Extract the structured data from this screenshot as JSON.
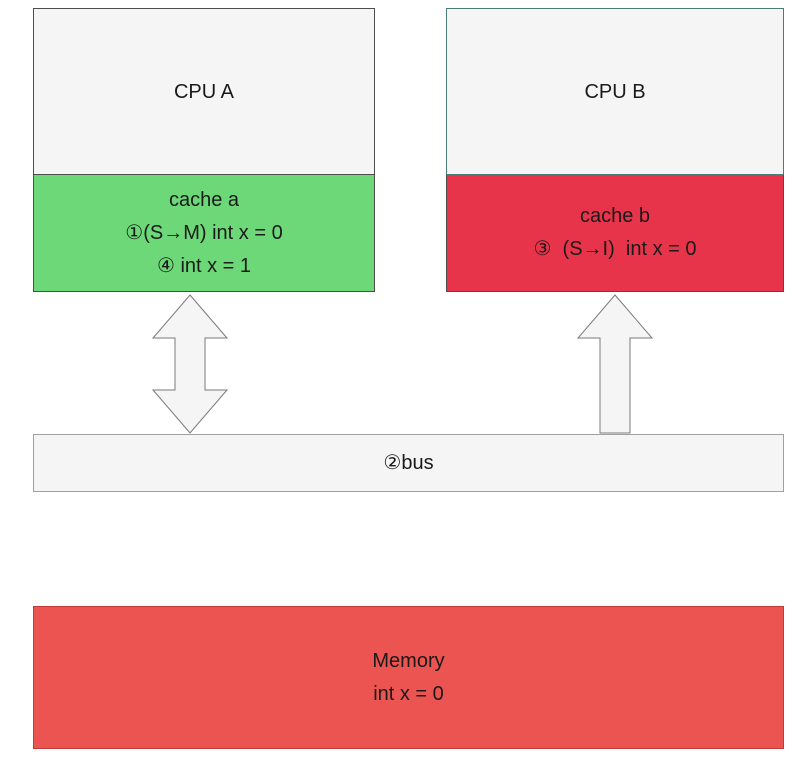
{
  "cpu_a": {
    "title": "CPU A",
    "cache_label": "cache a",
    "cache_line_1": "①(S→M) int x = 0",
    "cache_line_2": "④ int x = 1"
  },
  "cpu_b": {
    "title": "CPU B",
    "cache_label": "cache b",
    "cache_line_1": "③  (S→I)  int x = 0"
  },
  "bus": {
    "label": "②bus"
  },
  "memory": {
    "label": "Memory",
    "value": "int x = 0"
  },
  "colors": {
    "cache_a": "#6dd878",
    "cache_b": "#e8344a",
    "memory": "#ec5452",
    "neutral": "#f5f5f5"
  }
}
